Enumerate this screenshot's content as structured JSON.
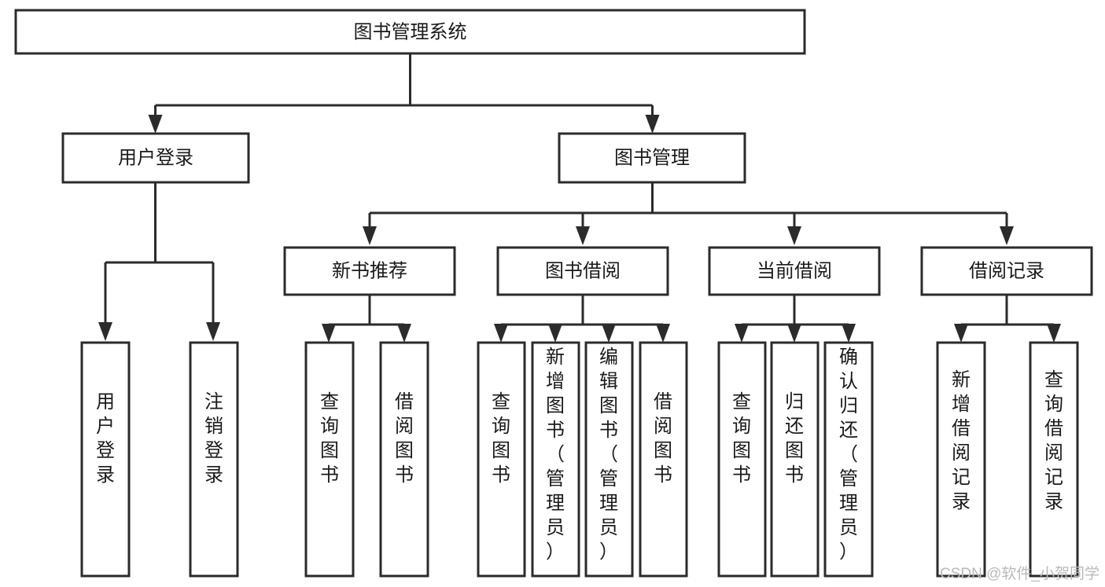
{
  "diagram": {
    "type": "tree-hierarchy",
    "title": "图书管理系统",
    "orientation": "top-down",
    "watermark": "CSDN @软件_小贺同学",
    "colors": {
      "box_stroke": "#2b2b2b",
      "box_fill": "#ffffff",
      "connector": "#2b2b2b",
      "label": "#1a1a1a",
      "watermark": "#b9b9b9",
      "background": "#ffffff"
    },
    "levels": {
      "root": {
        "label": "图书管理系统"
      },
      "level1": [
        {
          "label": "用户登录"
        },
        {
          "label": "图书管理"
        }
      ],
      "level2": [
        {
          "label": "新书推荐"
        },
        {
          "label": "图书借阅"
        },
        {
          "label": "当前借阅"
        },
        {
          "label": "借阅记录"
        }
      ],
      "leaves": {
        "user_login": [
          {
            "label": "用户登录"
          },
          {
            "label": "注销登录"
          }
        ],
        "new_book_recommend": [
          {
            "label": "查询图书"
          },
          {
            "label": "借阅图书"
          }
        ],
        "book_borrow": [
          {
            "label": "查询图书"
          },
          {
            "label": "新增图书（管理员）"
          },
          {
            "label": "编辑图书（管理员）"
          },
          {
            "label": "借阅图书"
          }
        ],
        "current_borrow": [
          {
            "label": "查询图书"
          },
          {
            "label": "归还图书"
          },
          {
            "label": "确认归还（管理员）"
          }
        ],
        "borrow_record": [
          {
            "label": "新增借阅记录"
          },
          {
            "label": "查询借阅记录"
          }
        ]
      }
    }
  }
}
